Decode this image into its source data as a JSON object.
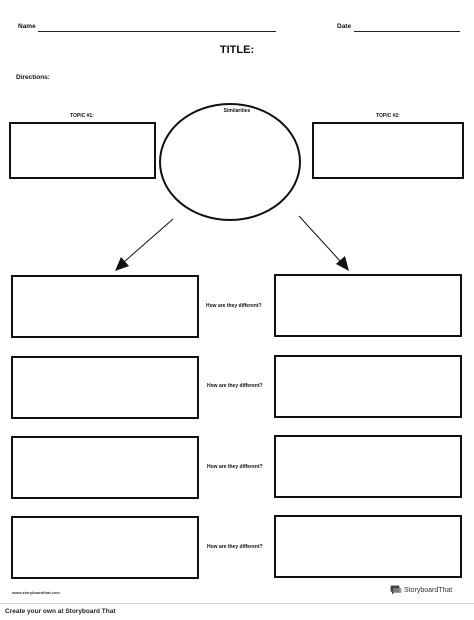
{
  "header": {
    "name_label": "Name",
    "date_label": "Date",
    "title": "TITLE:",
    "directions_label": "Directions:"
  },
  "organizer": {
    "topic1_label": "TOPIC #1:",
    "topic2_label": "TOPIC #2:",
    "similarities_label": "Similarities",
    "difference_prompts": [
      "How are they different?",
      "How are they different?",
      "How are they different?",
      "How are they different?"
    ]
  },
  "footer": {
    "site": "www.storyboardthat.com",
    "brand": "StoryboardThat",
    "cta": "Create your own at Storyboard That"
  },
  "colors": {
    "ink": "#111111",
    "background": "#ffffff"
  }
}
